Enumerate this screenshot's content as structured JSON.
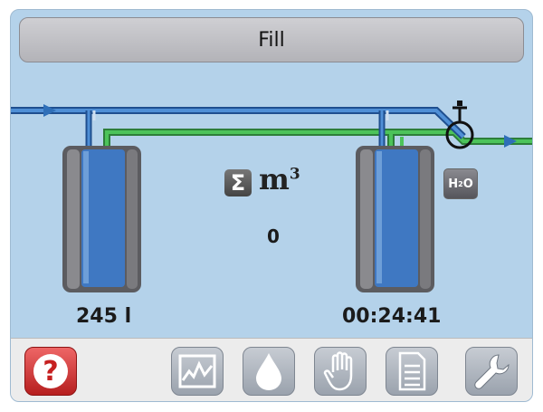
{
  "header": {
    "title": "Fill"
  },
  "display": {
    "tank_level": "245 l",
    "elapsed_time": "00:24:41",
    "volume_symbol": "Σ",
    "volume_unit_base": "m",
    "volume_unit_exp": "3",
    "volume_value": "0",
    "water_badge": "H",
    "water_badge_sub": "2",
    "water_badge_tail": "O"
  },
  "toolbar": {
    "help_symbol": "?"
  },
  "colors": {
    "screen_bg": "#b4d2ea",
    "pipe_blue": "#2f6fb8",
    "pipe_green": "#3aa84a",
    "tank_fill": "#3f78c2",
    "help_red": "#c62020"
  },
  "icons": [
    "help-icon",
    "chart-icon",
    "water-drop-icon",
    "hand-icon",
    "document-icon",
    "wrench-icon",
    "sum-icon",
    "valve-icon"
  ]
}
